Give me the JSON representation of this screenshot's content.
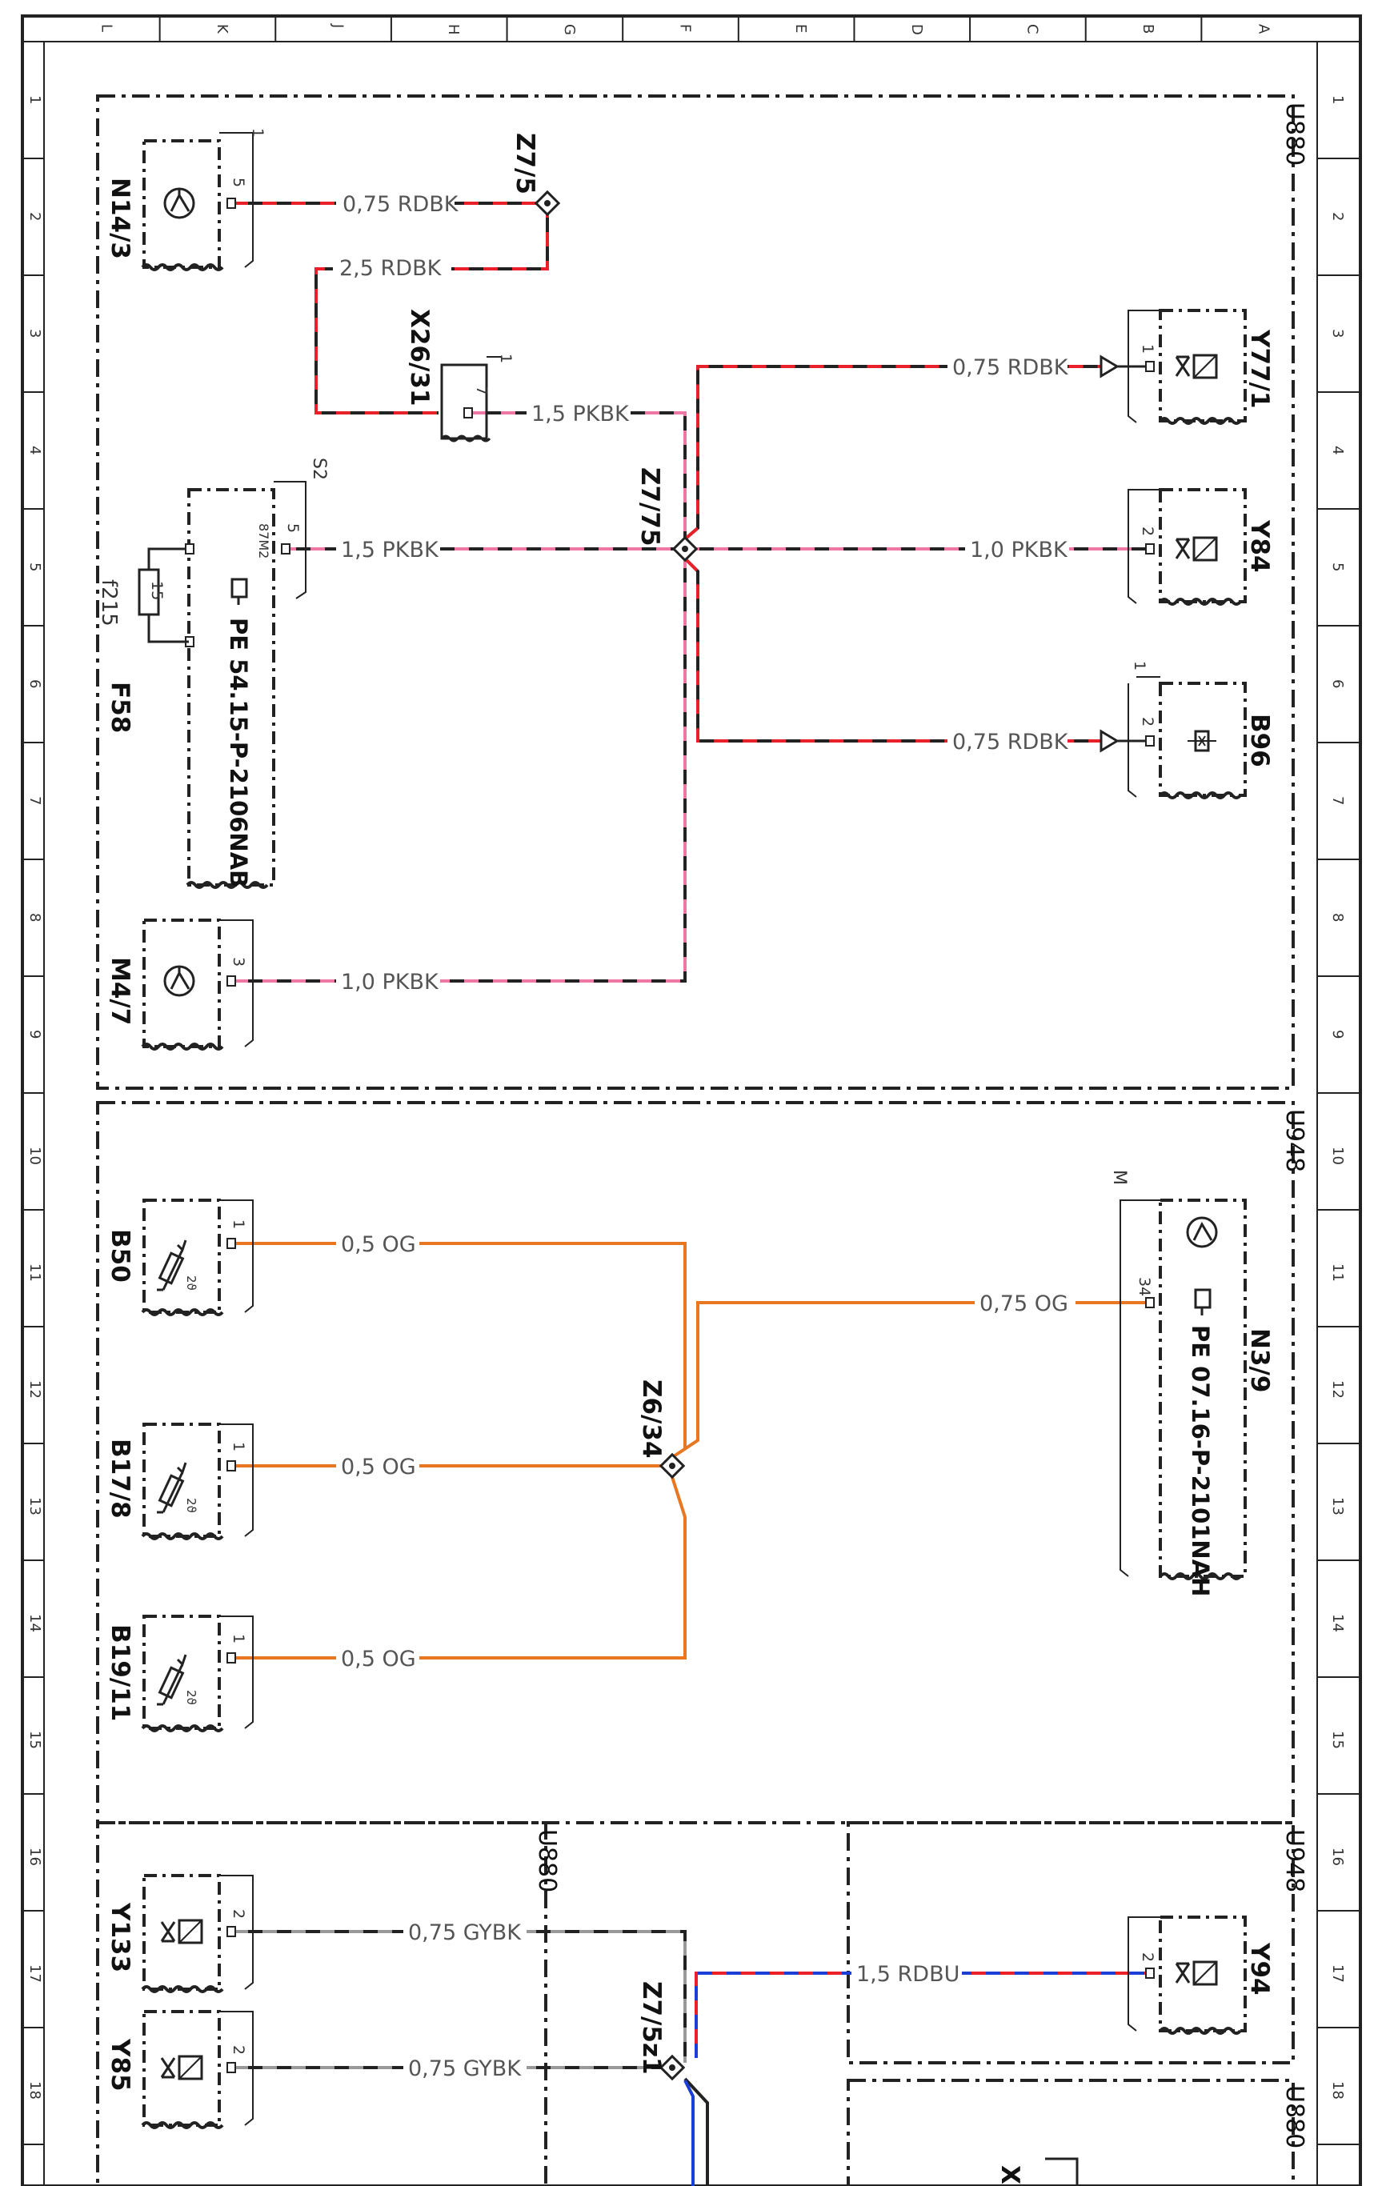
{
  "grid": {
    "columns": [
      "L",
      "K",
      "J",
      "H",
      "G",
      "F",
      "E",
      "D",
      "C",
      "B",
      "A"
    ],
    "rows": [
      "1",
      "2",
      "3",
      "4",
      "5",
      "6",
      "7",
      "8",
      "9",
      "10",
      "11",
      "12",
      "13",
      "14",
      "15",
      "16",
      "17",
      "18"
    ]
  },
  "colors": {
    "RDBK": [
      "#e8202a",
      "#222222"
    ],
    "PKBK": [
      "#ee77a4",
      "#222222"
    ],
    "OG": [
      "#e87722"
    ],
    "GYBK": [
      "#999999",
      "#222222"
    ],
    "RDBU": [
      "#e8202a",
      "#1b3fd6"
    ]
  },
  "areas": {
    "u880_top": "U880",
    "u948_mid": "U948",
    "u880_bl": "U880",
    "u948_br": "U948",
    "u880_br2": "U880"
  },
  "components": {
    "n14_3": "N14/3",
    "m4_7": "M4/7",
    "f58": "F58",
    "f215": "f215",
    "fuse_value": "15",
    "relay_s2": "S2",
    "relay_pin": "87M2",
    "relay_pe": "PE 54.15-P-2106NAB",
    "x26_31": "X26/31",
    "y77_1": "Y77/1",
    "y84": "Y84",
    "b96": "B96",
    "b50": "B50",
    "b17_8": "B17/8",
    "b19_11": "B19/11",
    "n3_9": "N3/9",
    "n3_9_pe": "PE 07.16-P-2101NAH",
    "n3_9_m": "M",
    "y133": "Y133",
    "y85": "Y85",
    "y94": "Y94",
    "partial_x": "X"
  },
  "splices": {
    "z7_5": "Z7/5",
    "z7_75": "Z7/75",
    "z6_34": "Z6/34",
    "z7_5z1": "Z7/5z1"
  },
  "pins": {
    "n14_3": "5",
    "n14_3_top": "1",
    "m4_7": "3",
    "relay": "5",
    "x26_31": "7",
    "x26_31_top": "1",
    "y77_1": "1",
    "y84": "2",
    "b96": "2",
    "b96_top": "1",
    "b50": "1",
    "b17_8": "1",
    "b19_11": "1",
    "n3_9": "34",
    "y133": "2",
    "y85": "2",
    "y94": "2"
  },
  "wires": {
    "n14_3_z7_5": "0,75 RDBK",
    "z7_5_x26": "2,5 RDBK",
    "x26_trunk": "1,5 PKBK",
    "relay_z7_75": "1,5 PKBK",
    "m4_7": "1,0 PKBK",
    "y77_1": "0,75 RDBK",
    "y84": "1,0 PKBK",
    "b96": "0,75 RDBK",
    "b50": "0,5 OG",
    "b17_8": "0,5 OG",
    "b19_11": "0,5 OG",
    "n3_9": "0,75 OG",
    "y133": "0,75 GYBK",
    "y85": "0,75 GYBK",
    "y94": "1,5 RDBU"
  }
}
